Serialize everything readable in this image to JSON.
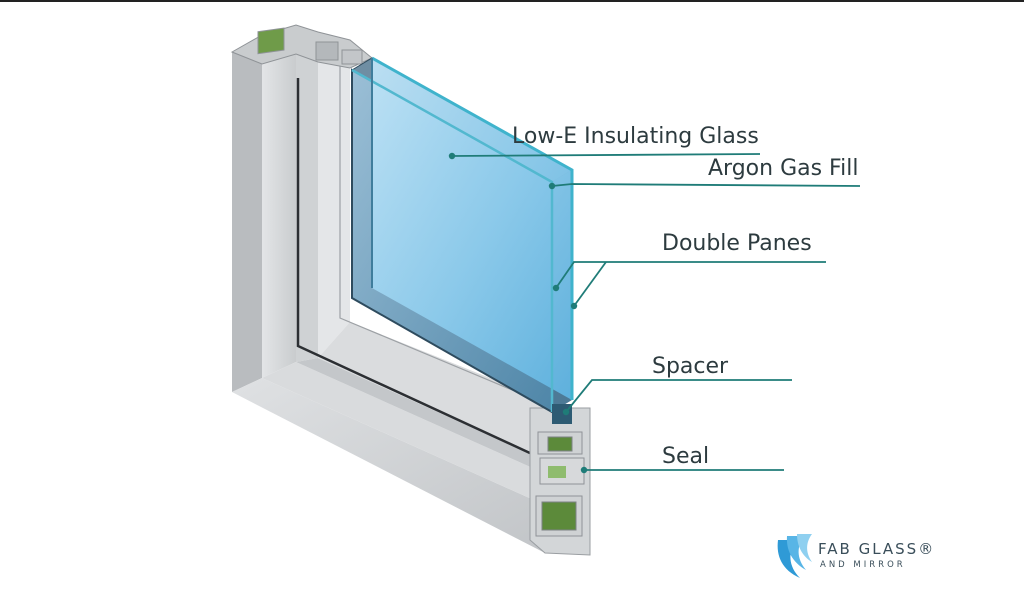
{
  "labels": {
    "low_e": "Low-E Insulating Glass",
    "argon": "Argon Gas Fill",
    "double": "Double Panes",
    "spacer": "Spacer",
    "seal": "Seal"
  },
  "brand": {
    "name": "FAB GLASS®",
    "tagline": "AND MIRROR",
    "logo_icon": "wing-logo-icon"
  },
  "colors": {
    "leader": "#1f7c78",
    "glass": "#7fc2e8",
    "glass_edge": "#3fb3cc",
    "frame": "#d5d7d9",
    "gasket": "#5c8a3a",
    "brand": "#2f9ad6"
  }
}
